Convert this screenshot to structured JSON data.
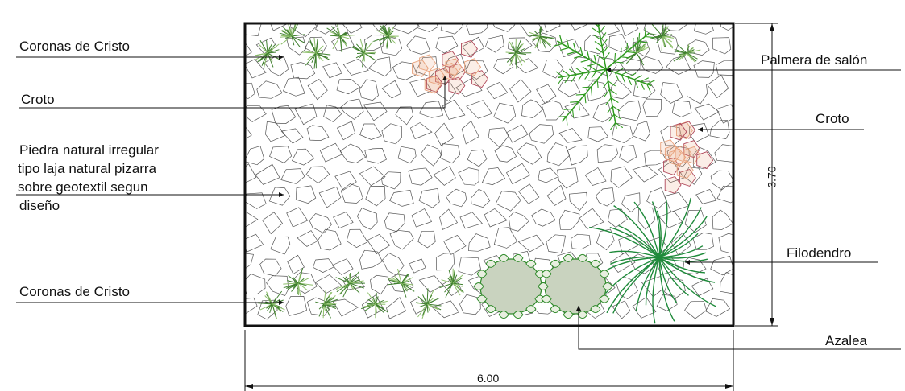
{
  "labels": {
    "coronas_top": "Coronas de Cristo",
    "croto_left": "Croto",
    "stone_lines": [
      "Piedra natural irregular",
      "tipo laja natural pizarra",
      "sobre geotextil segun",
      "diseño"
    ],
    "coronas_bottom": "Coronas de Cristo",
    "palmera": "Palmera de salón",
    "croto_right": "Croto",
    "filodendro": "Filodendro",
    "azalea": "Azalea"
  },
  "dimensions": {
    "width": "6.00",
    "height": "3.70"
  },
  "colors": {
    "outline": "#111111",
    "stone_stroke": "#555555",
    "coronas_green": "#3f7f2e",
    "croto_orange": "#e8a27c",
    "croto_red": "#b0485a",
    "palm_green": "#2f9a1f",
    "filodendro_green": "#1e8a3a",
    "azalea_fill": "#c9d3bf",
    "azalea_stroke": "#2f8a2a"
  }
}
